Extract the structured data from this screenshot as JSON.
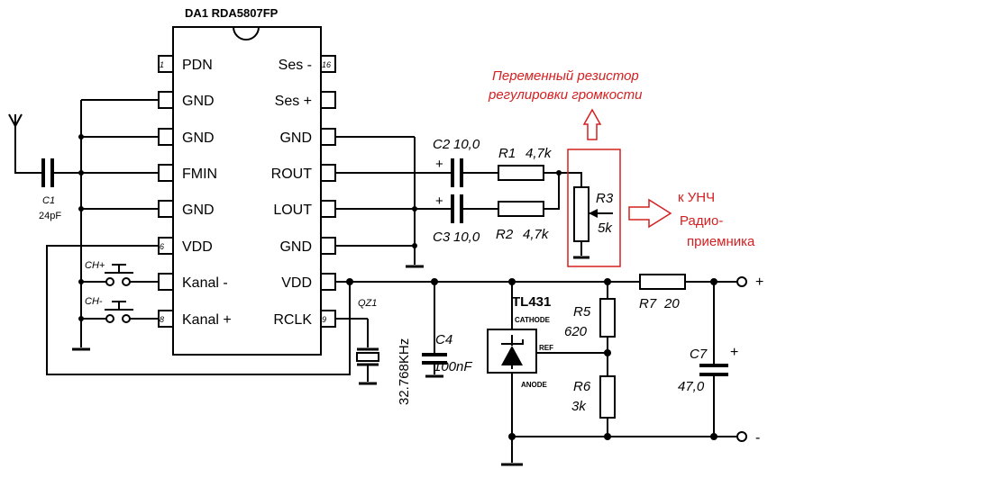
{
  "ic": {
    "title": "DA1  RDA5807FP",
    "left_pins": [
      {
        "num": "1",
        "name": "PDN"
      },
      {
        "num": "",
        "name": "GND"
      },
      {
        "num": "",
        "name": "GND"
      },
      {
        "num": "",
        "name": "FMIN"
      },
      {
        "num": "",
        "name": "GND"
      },
      {
        "num": "6",
        "name": "VDD"
      },
      {
        "num": "",
        "name": "Kanal -"
      },
      {
        "num": "8",
        "name": "Kanal +"
      }
    ],
    "right_pins": [
      {
        "num": "16",
        "name": "Ses -"
      },
      {
        "num": "",
        "name": "Ses +"
      },
      {
        "num": "",
        "name": "GND"
      },
      {
        "num": "",
        "name": "ROUT"
      },
      {
        "num": "",
        "name": "LOUT"
      },
      {
        "num": "",
        "name": "GND"
      },
      {
        "num": "",
        "name": "VDD"
      },
      {
        "num": "9",
        "name": "RCLK"
      }
    ]
  },
  "components": {
    "c1": {
      "ref": "C1",
      "value": "24pF"
    },
    "c2": {
      "ref": "C2",
      "value": "10,0",
      "polarity": "+"
    },
    "c3": {
      "ref": "C3",
      "value": "10,0",
      "polarity": "+"
    },
    "r1": {
      "ref": "R1",
      "value": "4,7k"
    },
    "r2": {
      "ref": "R2",
      "value": "4,7k"
    },
    "r3": {
      "ref": "R3",
      "value": "5k"
    },
    "ch_plus": "CH+",
    "ch_minus": "CH-",
    "qz1": {
      "ref": "QZ1",
      "value": "32.768KHz"
    },
    "c4": {
      "ref": "C4",
      "value": "100nF"
    },
    "tl431": {
      "ref": "TL431",
      "cathode": "CATHODE",
      "ref_pin": "REF",
      "anode": "ANODE"
    },
    "r5": {
      "ref": "R5",
      "value": "620"
    },
    "r6": {
      "ref": "R6",
      "value": "3k"
    },
    "r7": {
      "ref": "R7",
      "value": "20"
    },
    "c7": {
      "ref": "C7",
      "value": "47,0",
      "polarity": "+"
    }
  },
  "terminals": {
    "plus": "+",
    "minus": "-"
  },
  "annotations": {
    "volume_line1": "Переменный резистор",
    "volume_line2": "регулировки громкости",
    "output_line1": "к УНЧ",
    "output_line2": "Радио-",
    "output_line3": "приемника"
  },
  "colors": {
    "wire": "#000000",
    "annotation": "#d42020",
    "highlight_box": "#d42020"
  }
}
